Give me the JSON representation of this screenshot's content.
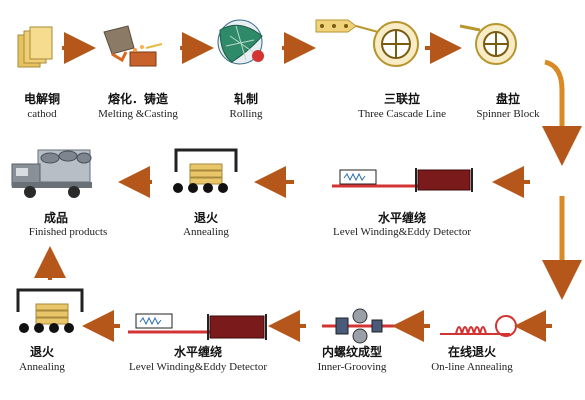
{
  "steps": [
    {
      "cn": "电解铜",
      "en": "cathod"
    },
    {
      "cn": "熔化．铸造",
      "en": "Melting &Casting"
    },
    {
      "cn": "轧制",
      "en": "Rolling"
    },
    {
      "cn": "三联拉",
      "en": "Three Cascade Line"
    },
    {
      "cn": "盘拉",
      "en": "Spinner Block"
    },
    {
      "cn": "水平缠绕",
      "en": "Level Winding&Eddy Detector"
    },
    {
      "cn": "退火",
      "en": "Annealing"
    },
    {
      "cn": "成品",
      "en": "Finished products"
    },
    {
      "cn": "在线退火",
      "en": "On-line Annealing"
    },
    {
      "cn": "内螺纹成型",
      "en": "Inner-Grooving"
    },
    {
      "cn": "水平缠绕",
      "en": "Level Winding&Eddy Detector"
    },
    {
      "cn": "退火",
      "en": "Annealing"
    }
  ],
  "colors": {
    "arrow": "#b5571a",
    "copper": "#e9c66a",
    "wire": "#d33333",
    "coil": "#7a1a1a",
    "truck": "#8a9098",
    "furnace": "#8a7a66"
  }
}
